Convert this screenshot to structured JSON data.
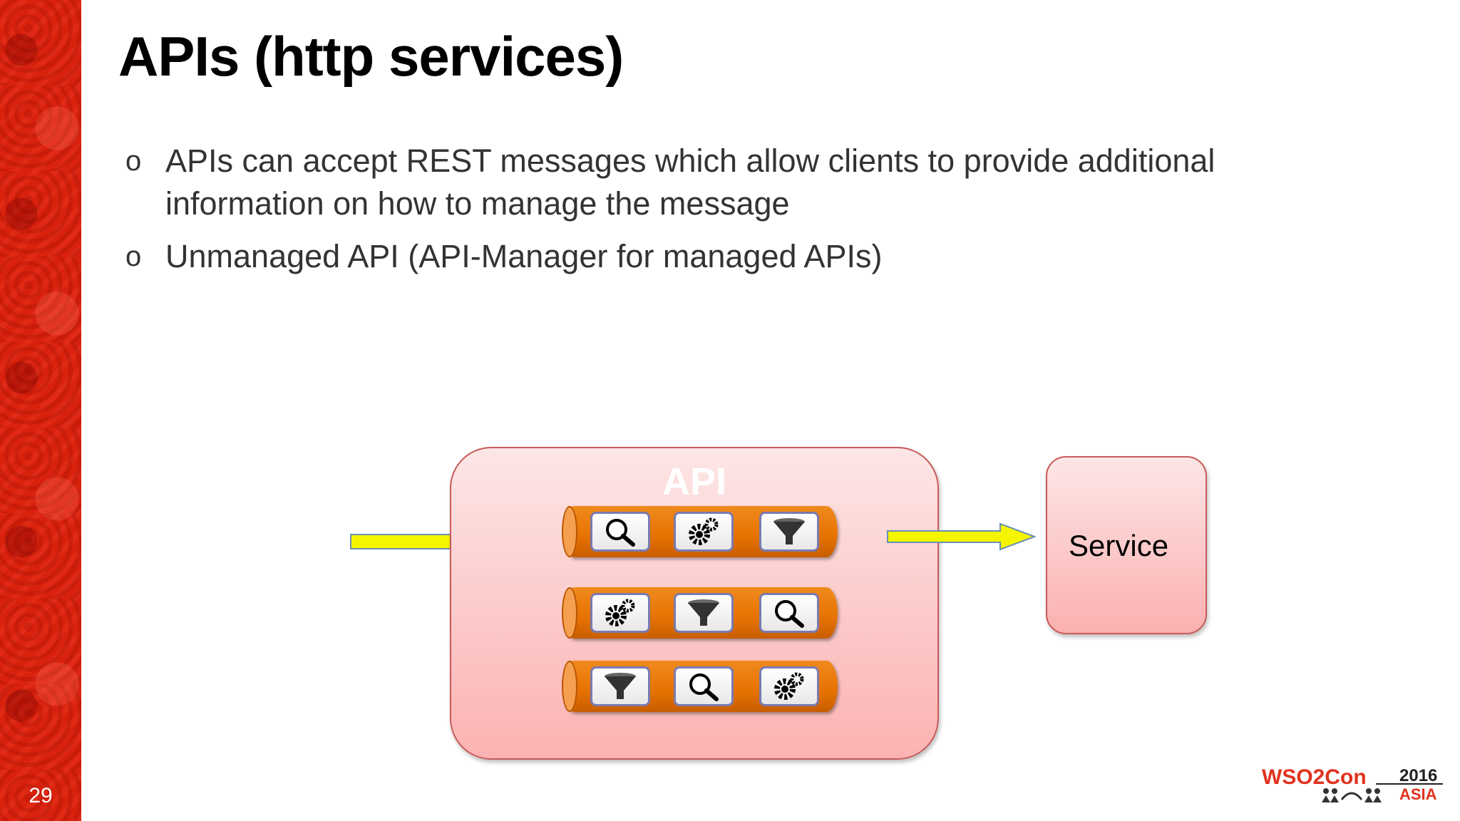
{
  "slide": {
    "number": "29",
    "title": "APIs (http services)",
    "bullets": [
      "APIs can accept REST messages which allow clients to provide additional information on how to manage the message",
      "Unmanaged API (API-Manager for managed APIs)"
    ],
    "bullet_marker": "o"
  },
  "diagram": {
    "api_label": "API",
    "service_label": "Service",
    "pipes": [
      [
        "search-icon",
        "gears-icon",
        "funnel-icon"
      ],
      [
        "gears-icon",
        "funnel-icon",
        "search-icon"
      ],
      [
        "funnel-icon",
        "search-icon",
        "gears-icon"
      ]
    ],
    "colors": {
      "pipe": "#e67200",
      "arrow": "#f5f500",
      "box": "#fcb2b2",
      "band": "#d9220e"
    }
  },
  "footer": {
    "logo_text": "WSO2Con",
    "logo_year": "2016",
    "logo_region": "ASIA"
  }
}
